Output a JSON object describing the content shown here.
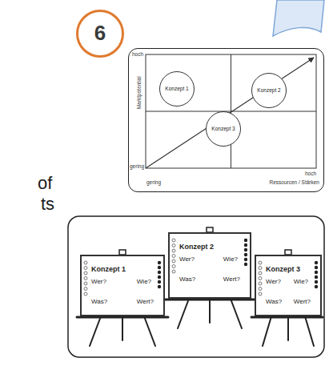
{
  "diagram": {
    "nodes": [
      {
        "text": [
          "6"
        ]
      },
      {
        "text": [
          "hoch",
          "Marktpotential",
          "gering",
          "hoch",
          "gering",
          "Ressourcen / Stärken"
        ]
      },
      {
        "text": [
          "Konzept 1"
        ],
        "in": 1
      },
      {
        "text": [
          "Konzept 2"
        ],
        "in": 1
      },
      {
        "text": [
          "Konzept 3"
        ],
        "in": 1
      },
      {
        "text": [
          "Konzept 1",
          "Wer?",
          "Wie?",
          "Was?",
          "Wert?"
        ]
      },
      {
        "text": [
          "Konzept 2",
          "Wer?",
          "Wie?",
          "Was?",
          "Wert?"
        ]
      },
      {
        "text": [
          "Konzept 3",
          "Wer?",
          "Wie?",
          "Was?",
          "Wert?"
        ]
      }
    ],
    "labels": [
      "of",
      "ts"
    ]
  }
}
